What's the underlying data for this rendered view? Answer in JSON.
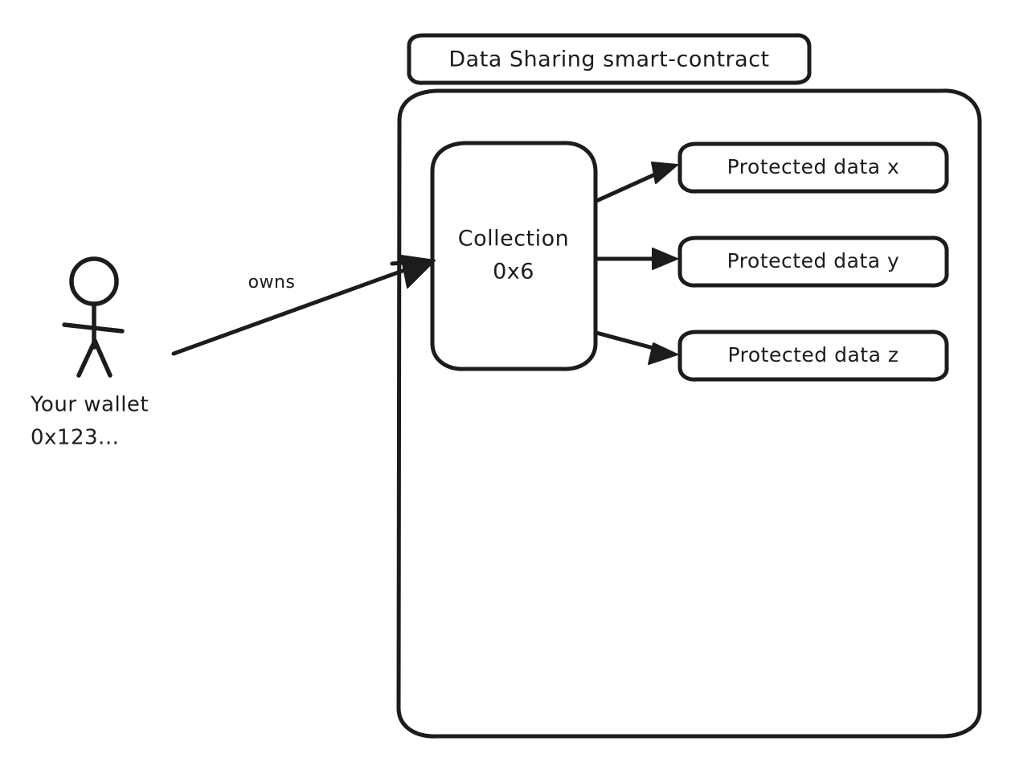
{
  "diagram": {
    "title": "Data Sharing smart-contract",
    "actor": {
      "icon": "stick-figure-icon",
      "label_line1": "Your wallet",
      "label_line2": "0x123..."
    },
    "edges": [
      {
        "label": "owns",
        "from": "your-wallet",
        "to": "collection-0x6"
      },
      {
        "label": "",
        "from": "collection-0x6",
        "to": "protected-data-x"
      },
      {
        "label": "",
        "from": "collection-0x6",
        "to": "protected-data-y"
      },
      {
        "label": "",
        "from": "collection-0x6",
        "to": "protected-data-z"
      }
    ],
    "collection": {
      "label_line1": "Collection",
      "label_line2": "0x6"
    },
    "protected_data": [
      {
        "label": "Protected data x"
      },
      {
        "label": "Protected data y"
      },
      {
        "label": "Protected data z"
      }
    ],
    "colors": {
      "stroke": "#1c1c1c",
      "fill": "#ffffff",
      "background": "#ffffff"
    }
  }
}
